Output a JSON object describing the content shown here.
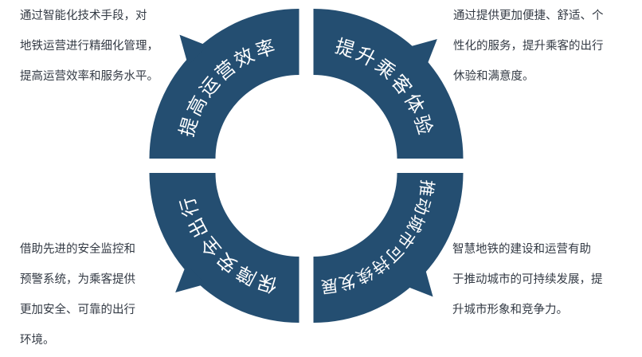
{
  "colors": {
    "segment": "#244e71",
    "segment_text": "#ffffff",
    "body_text": "#333a44"
  },
  "segments": [
    {
      "id": "tl",
      "label": "提高运营效率",
      "center_angle": 225
    },
    {
      "id": "tr",
      "label": "提升乘客体验",
      "center_angle": 315
    },
    {
      "id": "br",
      "label": "推动城市可持续发展",
      "center_angle": 45
    },
    {
      "id": "bl",
      "label": "保障安全出行",
      "center_angle": 135
    }
  ],
  "descriptions": {
    "tl": [
      "通过智能化技术手段，对",
      "地铁运营进行精细化管理，",
      "提高运营效率和服务水平。"
    ],
    "tr": [
      "通过提供更加便捷、舒适、个",
      "性化的服务，提升乘客的出行",
      "休验和满意度。"
    ],
    "bl": [
      "借助先进的安全监控和",
      "预警系统，为乘客提供",
      "更加安全、可靠的出行",
      "环境。"
    ],
    "br": [
      "智慧地铁的建设和运营有助",
      "于推动城市的可持续发展，提",
      "升城市形象和竞争力。"
    ]
  }
}
